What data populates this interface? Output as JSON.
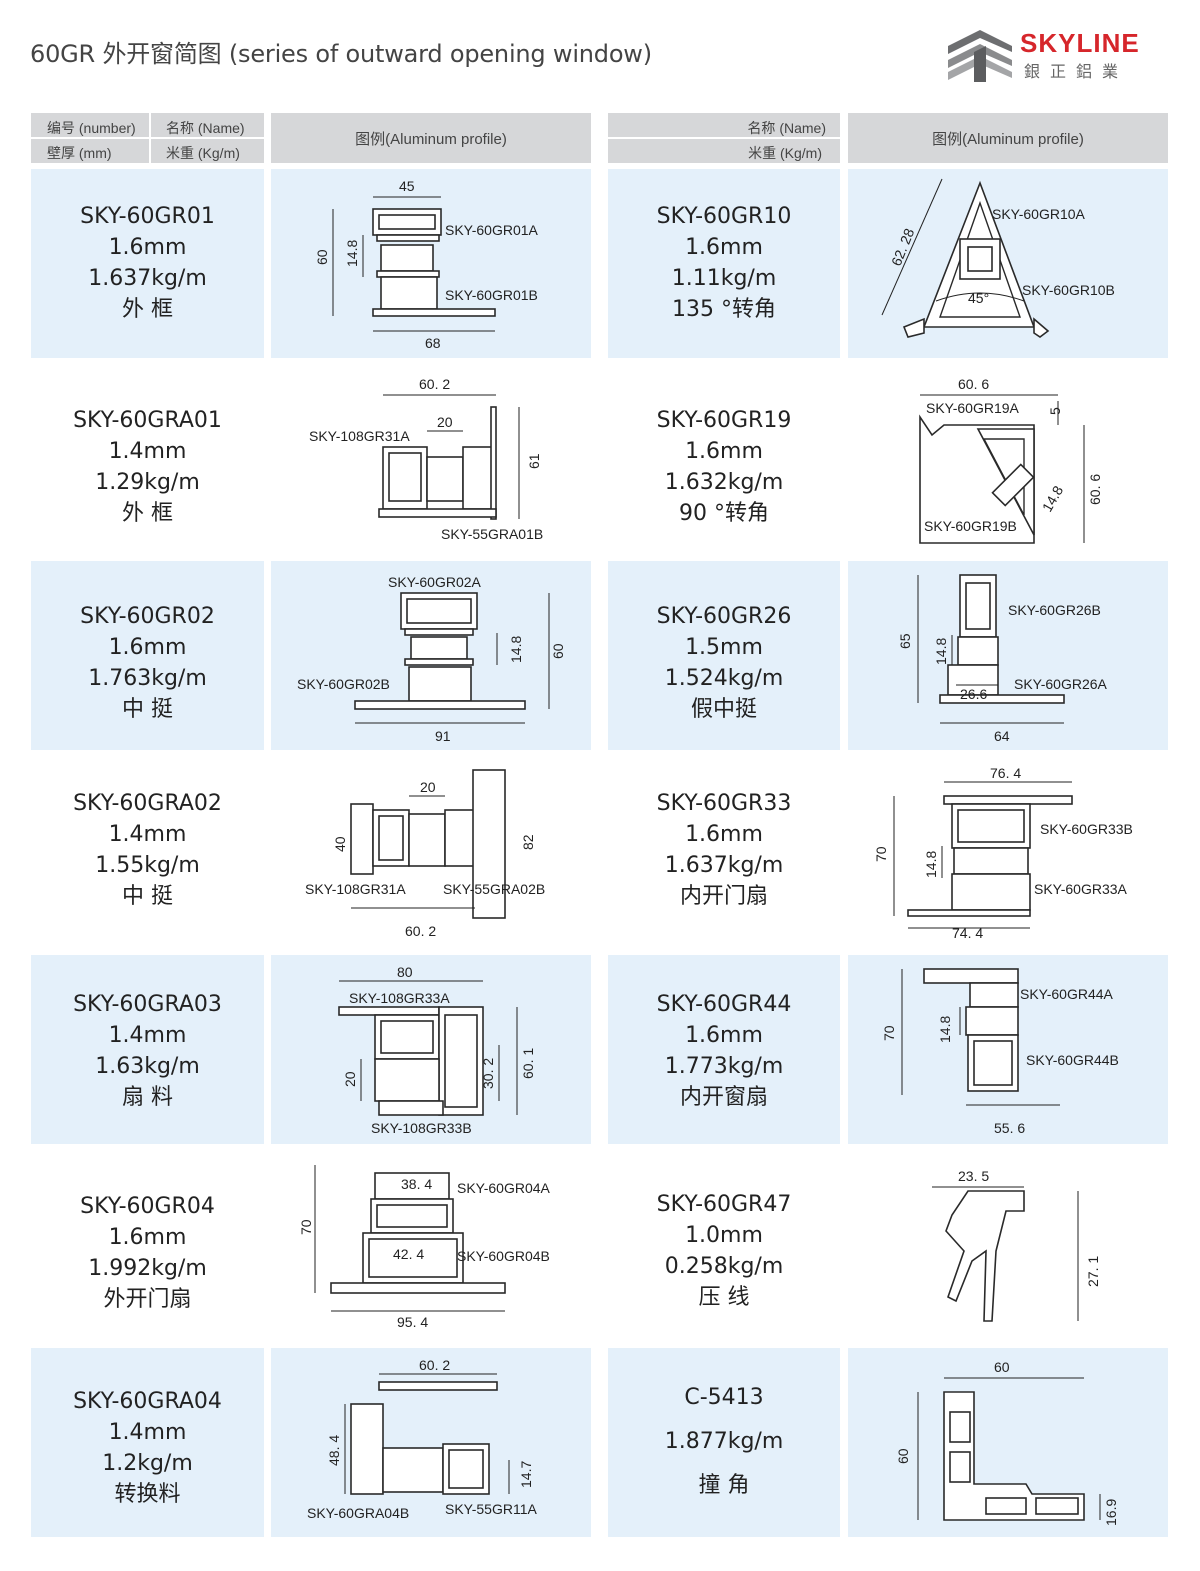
{
  "title": "60GR 外开窗简图 (series of outward opening window)",
  "logo": {
    "name": "SKYLINE",
    "sub": "銀正鋁業"
  },
  "header": {
    "left": {
      "number_label": "编号 (number)",
      "name_label": "名称 (Name)",
      "thickness_label": "壁厚 (mm)",
      "weight_label": "米重 (Kg/m)",
      "profile_label": "图例(Aluminum profile)"
    },
    "right": {
      "name_label": "名称 (Name)",
      "weight_label": "米重 (Kg/m)",
      "profile_label": "图例(Aluminum profile)"
    }
  },
  "colors": {
    "row_blue": "#e4f0fa",
    "header_gray": "#d6d7d9",
    "brand_red": "#d6262b"
  },
  "left_items": [
    {
      "code": "SKY-60GR01",
      "thickness": "1.6mm",
      "weight": "1.637kg/m",
      "name": "外 框",
      "labels": [
        "45",
        "60",
        "14.8",
        "68",
        "SKY-60GR01A",
        "SKY-60GR01B"
      ]
    },
    {
      "code": "SKY-60GRA01",
      "thickness": "1.4mm",
      "weight": "1.29kg/m",
      "name": "外 框",
      "labels": [
        "60. 2",
        "20",
        "61",
        "SKY-108GR31A",
        "SKY-55GRA01B"
      ]
    },
    {
      "code": "SKY-60GR02",
      "thickness": "1.6mm",
      "weight": "1.763kg/m",
      "name": "中 挺",
      "labels": [
        "SKY-60GR02A",
        "14.8",
        "60",
        "SKY-60GR02B",
        "91"
      ]
    },
    {
      "code": "SKY-60GRA02",
      "thickness": "1.4mm",
      "weight": "1.55kg/m",
      "name": "中 挺",
      "labels": [
        "20",
        "40",
        "82",
        "SKY-108GR31A",
        "SKY-55GRA02B",
        "60. 2"
      ]
    },
    {
      "code": "SKY-60GRA03",
      "thickness": "1.4mm",
      "weight": "1.63kg/m",
      "name": "扇 料",
      "labels": [
        "80",
        "SKY-108GR33A",
        "20",
        "30. 2",
        "60. 1",
        "SKY-108GR33B"
      ]
    },
    {
      "code": "SKY-60GR04",
      "thickness": "1.6mm",
      "weight": "1.992kg/m",
      "name": "外开门扇",
      "labels": [
        "38. 4",
        "SKY-60GR04A",
        "70",
        "42. 4",
        "SKY-60GR04B",
        "95. 4"
      ]
    },
    {
      "code": "SKY-60GRA04",
      "thickness": "1.4mm",
      "weight": "1.2kg/m",
      "name": "转换料",
      "labels": [
        "60. 2",
        "48. 4",
        "14.7",
        "SKY-60GRA04B",
        "SKY-55GR11A"
      ]
    }
  ],
  "right_items": [
    {
      "code": "SKY-60GR10",
      "thickness": "1.6mm",
      "weight": "1.11kg/m",
      "name": "135 °转角",
      "labels": [
        "62. 28",
        "SKY-60GR10A",
        "45°",
        "SKY-60GR10B"
      ]
    },
    {
      "code": "SKY-60GR19",
      "thickness": "1.6mm",
      "weight": "1.632kg/m",
      "name": "90 °转角",
      "labels": [
        "60. 6",
        "SKY-60GR19A",
        "5",
        "60. 6",
        "14.8",
        "SKY-60GR19B"
      ]
    },
    {
      "code": "SKY-60GR26",
      "thickness": "1.5mm",
      "weight": "1.524kg/m",
      "name": "假中挺",
      "labels": [
        "SKY-60GR26B",
        "65",
        "14.8",
        "26.6",
        "SKY-60GR26A",
        "64"
      ]
    },
    {
      "code": "SKY-60GR33",
      "thickness": "1.6mm",
      "weight": "1.637kg/m",
      "name": "内开门扇",
      "labels": [
        "76. 4",
        "SKY-60GR33B",
        "70",
        "14.8",
        "SKY-60GR33A",
        "74. 4"
      ]
    },
    {
      "code": "SKY-60GR44",
      "thickness": "1.6mm",
      "weight": "1.773kg/m",
      "name": "内开窗扇",
      "labels": [
        "SKY-60GR44A",
        "70",
        "14.8",
        "SKY-60GR44B",
        "55. 6"
      ]
    },
    {
      "code": "SKY-60GR47",
      "thickness": "1.0mm",
      "weight": "0.258kg/m",
      "name": "压 线",
      "labels": [
        "23. 5",
        "27. 1"
      ]
    },
    {
      "code": "C-5413",
      "weight": "1.877kg/m",
      "name": "撞 角",
      "labels": [
        "60",
        "60",
        "16.9"
      ]
    }
  ]
}
